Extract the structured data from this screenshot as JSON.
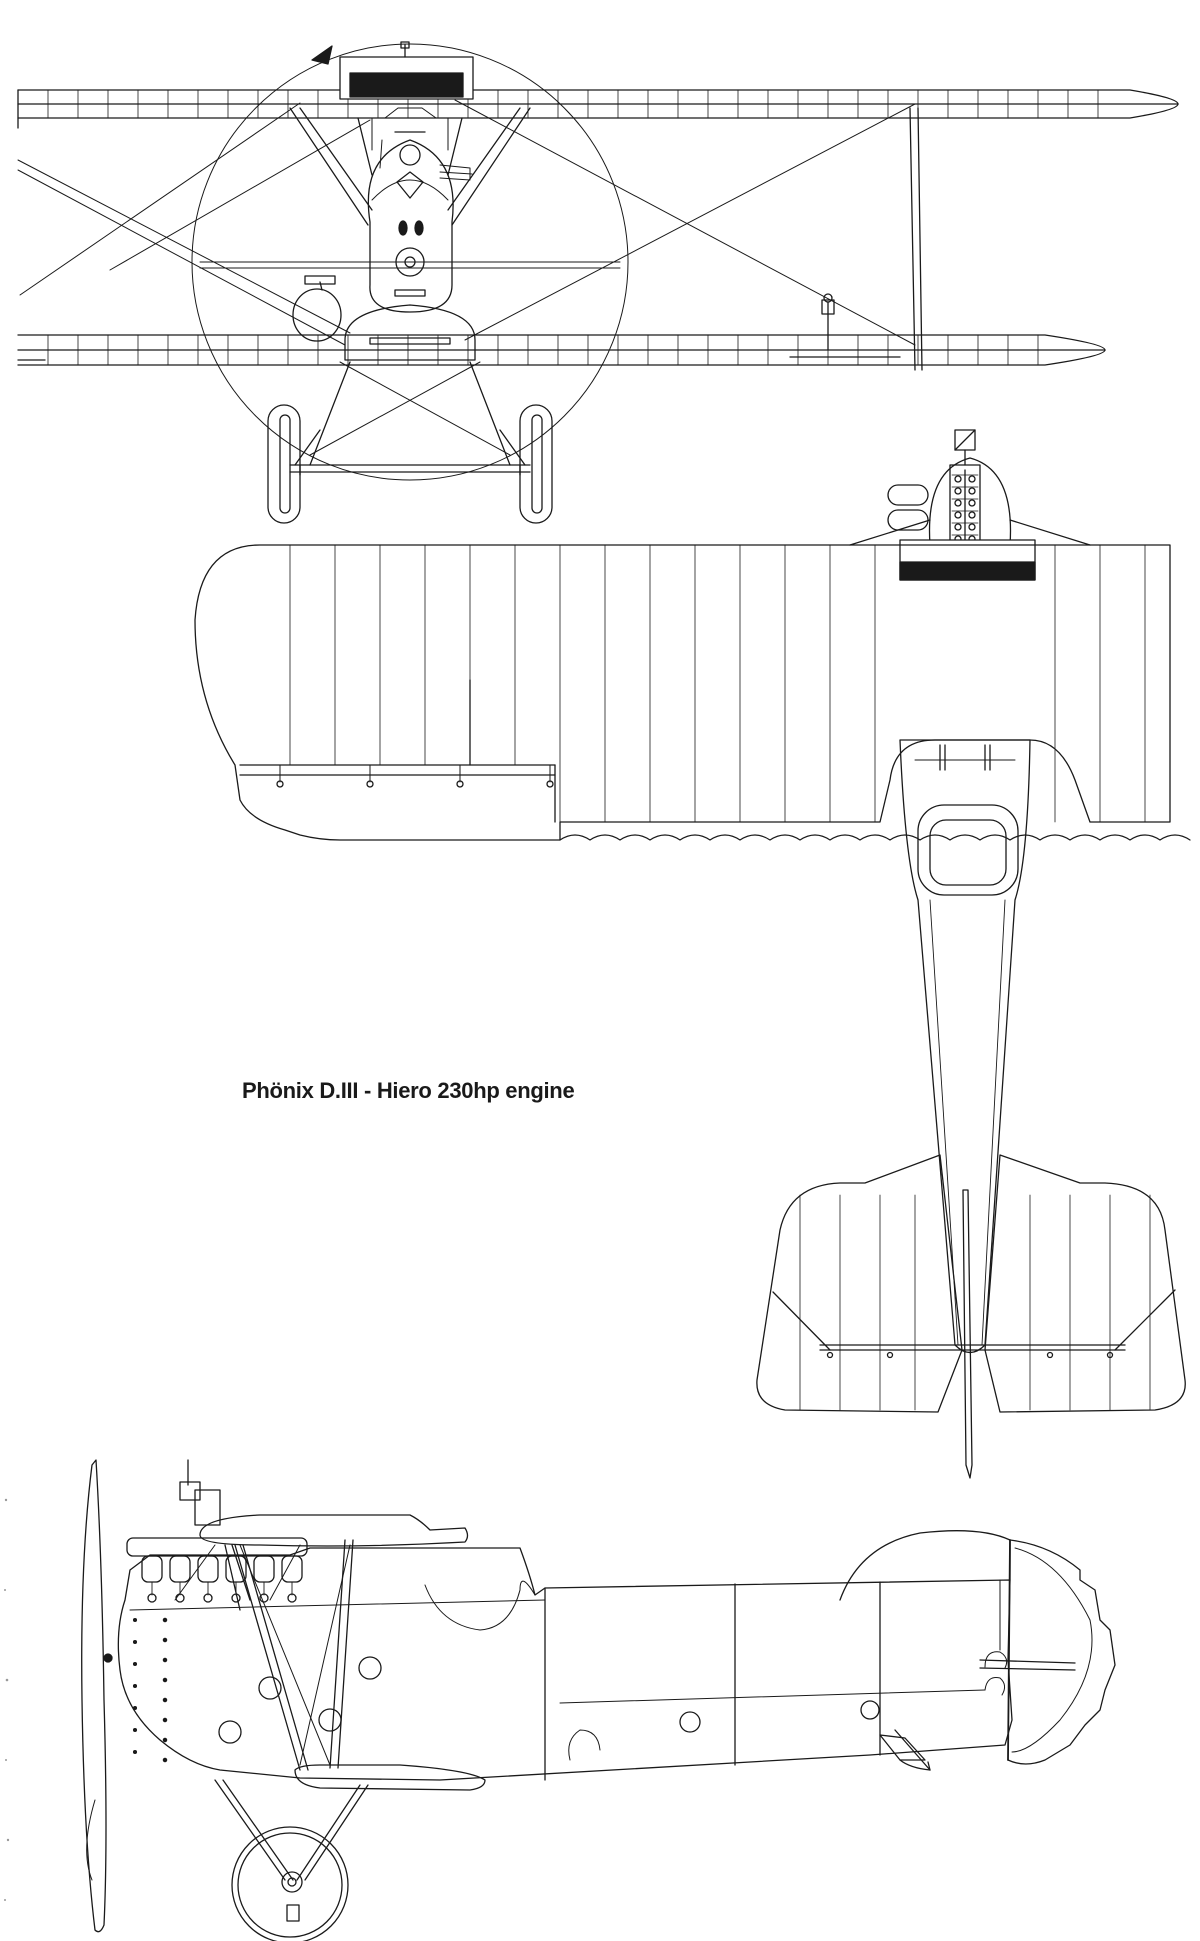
{
  "caption": "Phönix D.III - Hiero 230hp engine",
  "colors": {
    "ink": "#1a1a1a",
    "paper": "#ffffff"
  },
  "views": {
    "front": "front-view",
    "top": "top-view",
    "side": "side-view"
  }
}
